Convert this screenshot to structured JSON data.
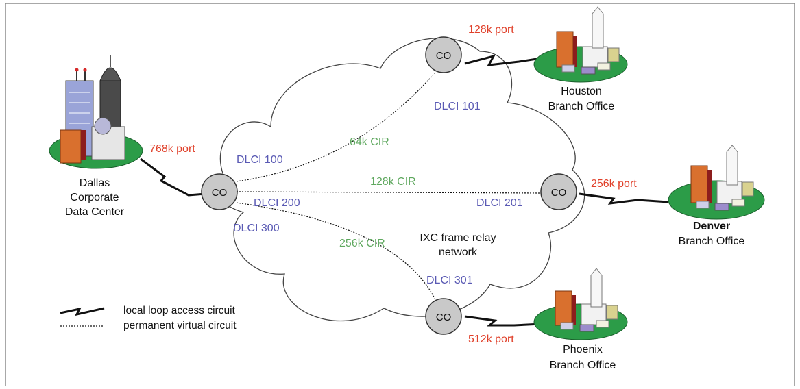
{
  "colors": {
    "port": "#e0402a",
    "cir": "#5fa85f",
    "dlci": "#5a5ab4",
    "text": "#111111",
    "cloud_stroke": "#444444",
    "co_fill": "#c9c9c9",
    "ground": "#2c9c48",
    "frame": "#8c8c8c"
  },
  "network_label": {
    "line1": "IXC frame relay",
    "line2": "network"
  },
  "co_nodes": [
    {
      "id": "dallas",
      "label": "CO"
    },
    {
      "id": "houston",
      "label": "CO"
    },
    {
      "id": "denver",
      "label": "CO"
    },
    {
      "id": "phoenix",
      "label": "CO"
    }
  ],
  "sites": {
    "dallas": {
      "lines": [
        "Dallas",
        "Corporate",
        "Data Center"
      ],
      "icon": "office-tower-icon"
    },
    "houston": {
      "lines": [
        "Houston",
        "Branch Office"
      ],
      "icon": "branch-buildings-icon"
    },
    "denver": {
      "lines": [
        "Denver",
        "Branch Office"
      ],
      "icon": "branch-buildings-icon"
    },
    "phoenix": {
      "lines": [
        "Phoenix",
        "Branch Office"
      ],
      "icon": "branch-buildings-icon"
    }
  },
  "ports": {
    "dallas": "768k port",
    "houston": "128k port",
    "denver": "256k port",
    "phoenix": "512k port"
  },
  "cirs": {
    "houston": "64k CIR",
    "denver": "128k CIR",
    "phoenix": "256k CIR"
  },
  "dlci": {
    "d100": "DLCI 100",
    "d200": "DLCI 200",
    "d300": "DLCI 300",
    "d101": "DLCI 101",
    "d201": "DLCI 201",
    "d301": "DLCI 301"
  },
  "legend": {
    "local_loop": "local loop access circuit",
    "pvc": "permanent virtual circuit"
  }
}
